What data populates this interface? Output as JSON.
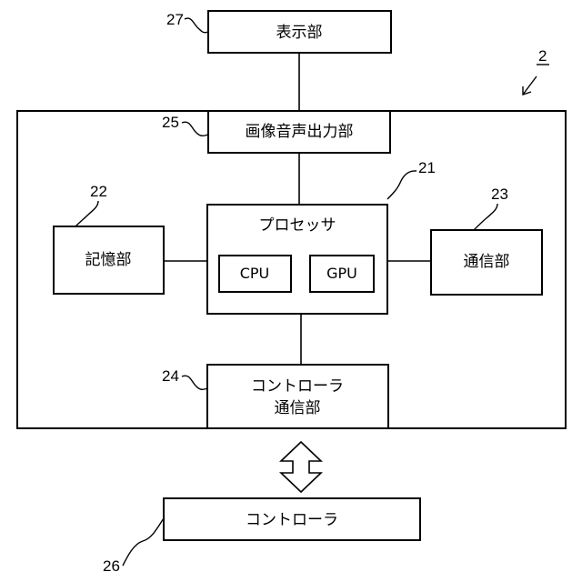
{
  "device_ref": "2",
  "components": {
    "display": {
      "label": "表示部",
      "ref": "27"
    },
    "av_output": {
      "label": "画像音声出力部",
      "ref": "25"
    },
    "processor": {
      "label": "プロセッサ",
      "ref": "21",
      "cpu": "CPU",
      "gpu": "GPU"
    },
    "storage": {
      "label": "記憶部",
      "ref": "22"
    },
    "comm": {
      "label": "通信部",
      "ref": "23"
    },
    "controller_comm": {
      "line1": "コントローラ",
      "line2": "通信部",
      "ref": "24"
    },
    "controller": {
      "label": "コントローラ",
      "ref": "26"
    }
  }
}
